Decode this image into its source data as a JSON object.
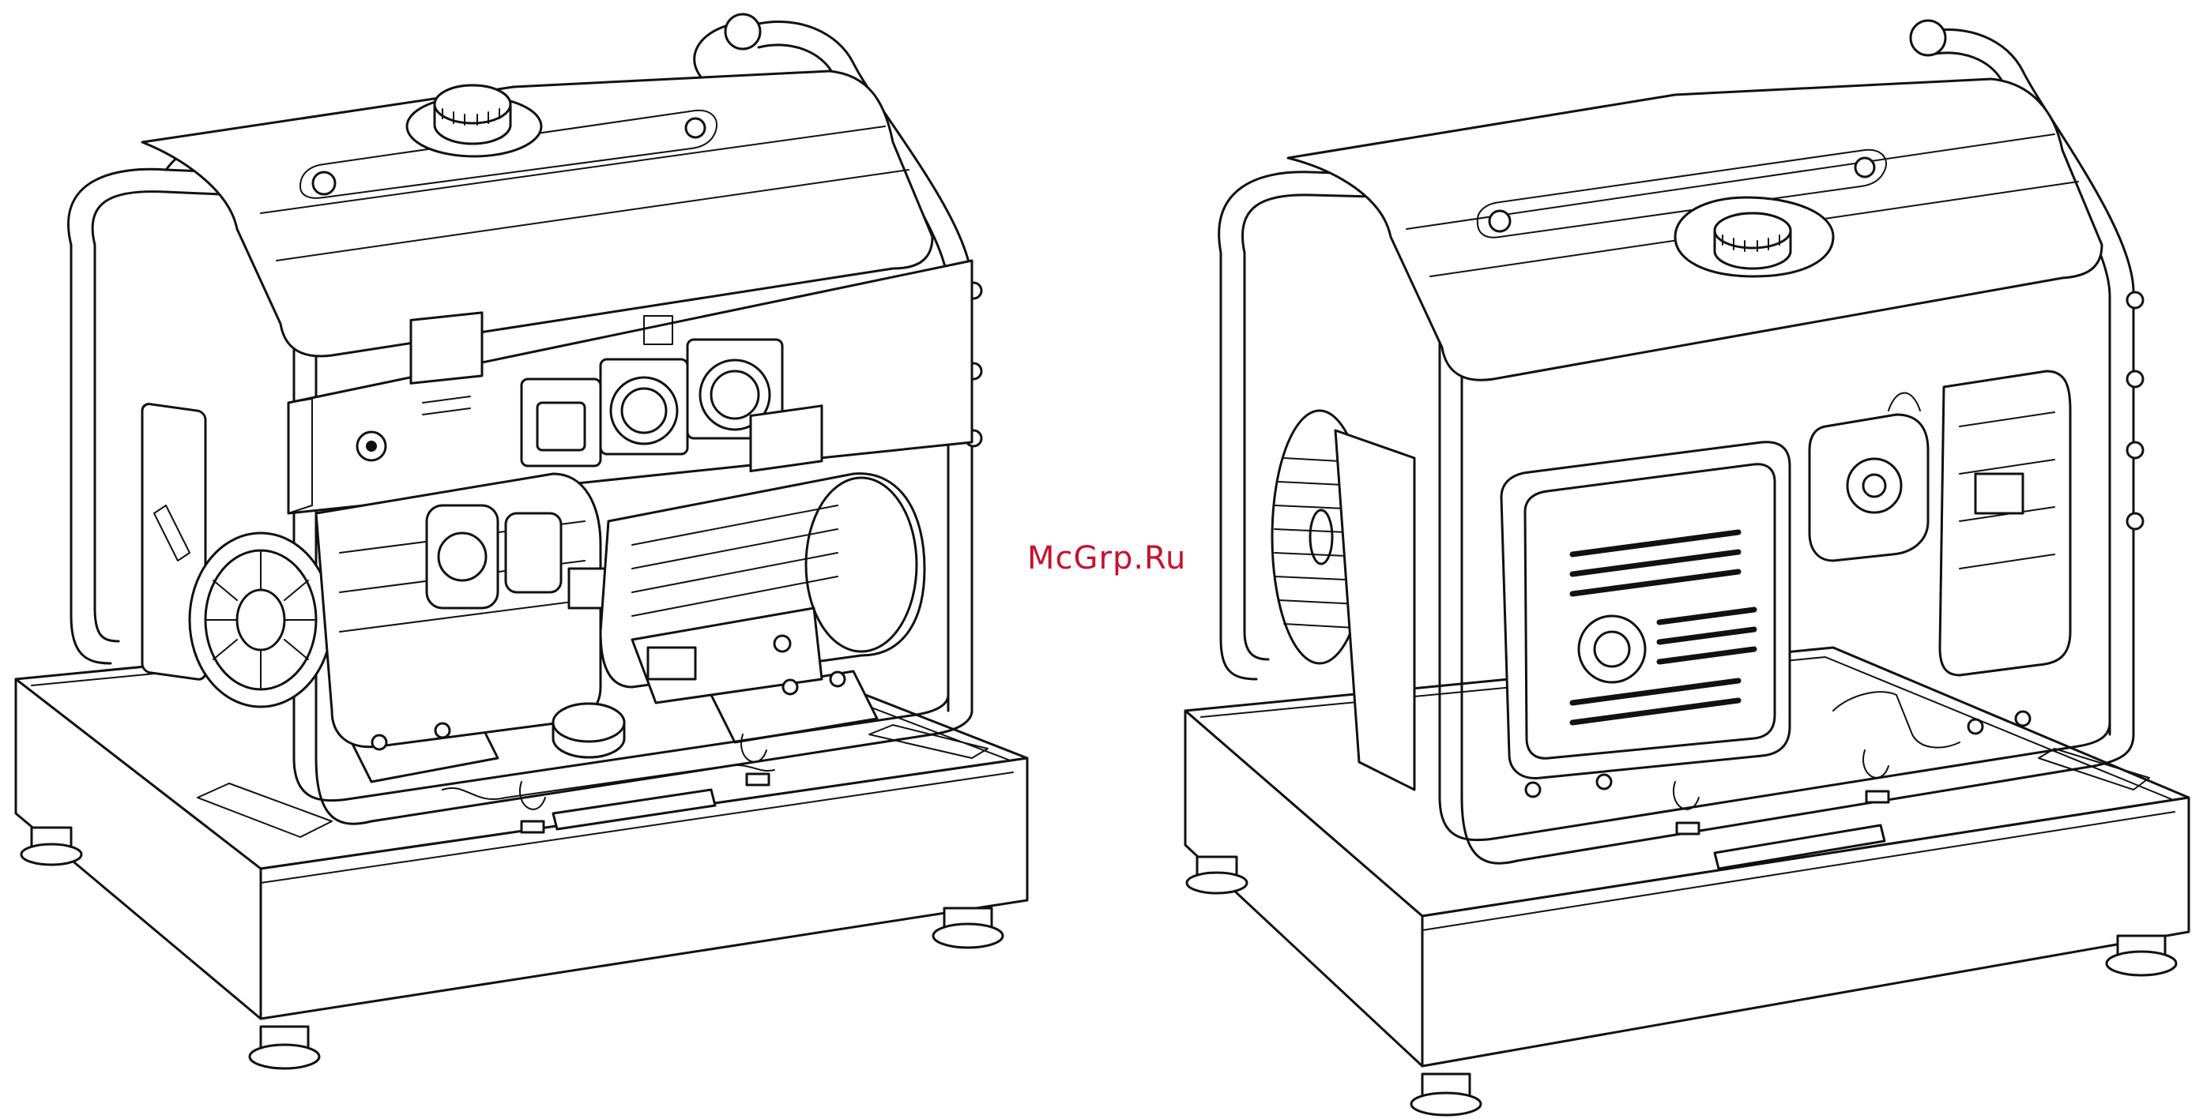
{
  "watermark": {
    "text": "McGrp.Ru",
    "color": "#c8102e"
  },
  "figures": [
    {
      "name": "generator-front-view"
    },
    {
      "name": "generator-rear-view"
    }
  ]
}
